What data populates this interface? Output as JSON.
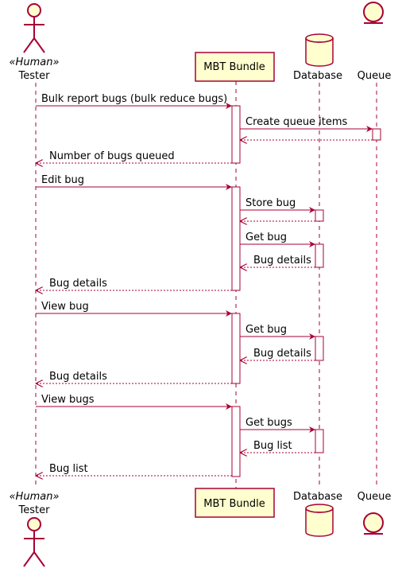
{
  "colors": {
    "line": "#A80036",
    "fill": "#FEFECE",
    "activation_fill": "#ffffff",
    "text": "#000000"
  },
  "participants": {
    "tester": {
      "stereotype": "«Human»",
      "name": "Tester",
      "icon": "actor-stick-figure-icon"
    },
    "bundle": {
      "name": "MBT Bundle"
    },
    "database": {
      "name": "Database",
      "icon": "database-cylinder-icon"
    },
    "queue": {
      "name": "Queue",
      "icon": "entity-circle-icon"
    }
  },
  "messages": [
    {
      "from": "tester",
      "to": "bundle",
      "label": "Bulk report bugs (bulk reduce bugs)",
      "type": "sync"
    },
    {
      "from": "bundle",
      "to": "queue",
      "label": "Create queue items",
      "type": "sync"
    },
    {
      "from": "queue",
      "to": "bundle",
      "label": "",
      "type": "return"
    },
    {
      "from": "bundle",
      "to": "tester",
      "label": "Number of bugs queued",
      "type": "return"
    },
    {
      "from": "tester",
      "to": "bundle",
      "label": "Edit bug",
      "type": "sync"
    },
    {
      "from": "bundle",
      "to": "database",
      "label": "Store bug",
      "type": "sync"
    },
    {
      "from": "database",
      "to": "bundle",
      "label": "",
      "type": "return"
    },
    {
      "from": "bundle",
      "to": "database",
      "label": "Get bug",
      "type": "sync"
    },
    {
      "from": "database",
      "to": "bundle",
      "label": "Bug details",
      "type": "return"
    },
    {
      "from": "bundle",
      "to": "tester",
      "label": "Bug details",
      "type": "return"
    },
    {
      "from": "tester",
      "to": "bundle",
      "label": "View bug",
      "type": "sync"
    },
    {
      "from": "bundle",
      "to": "database",
      "label": "Get bug",
      "type": "sync"
    },
    {
      "from": "database",
      "to": "bundle",
      "label": "Bug details",
      "type": "return"
    },
    {
      "from": "bundle",
      "to": "tester",
      "label": "Bug details",
      "type": "return"
    },
    {
      "from": "tester",
      "to": "bundle",
      "label": "View bugs",
      "type": "sync"
    },
    {
      "from": "bundle",
      "to": "database",
      "label": "Get bugs",
      "type": "sync"
    },
    {
      "from": "database",
      "to": "bundle",
      "label": "Bug list",
      "type": "return"
    },
    {
      "from": "bundle",
      "to": "tester",
      "label": "Bug list",
      "type": "return"
    }
  ]
}
